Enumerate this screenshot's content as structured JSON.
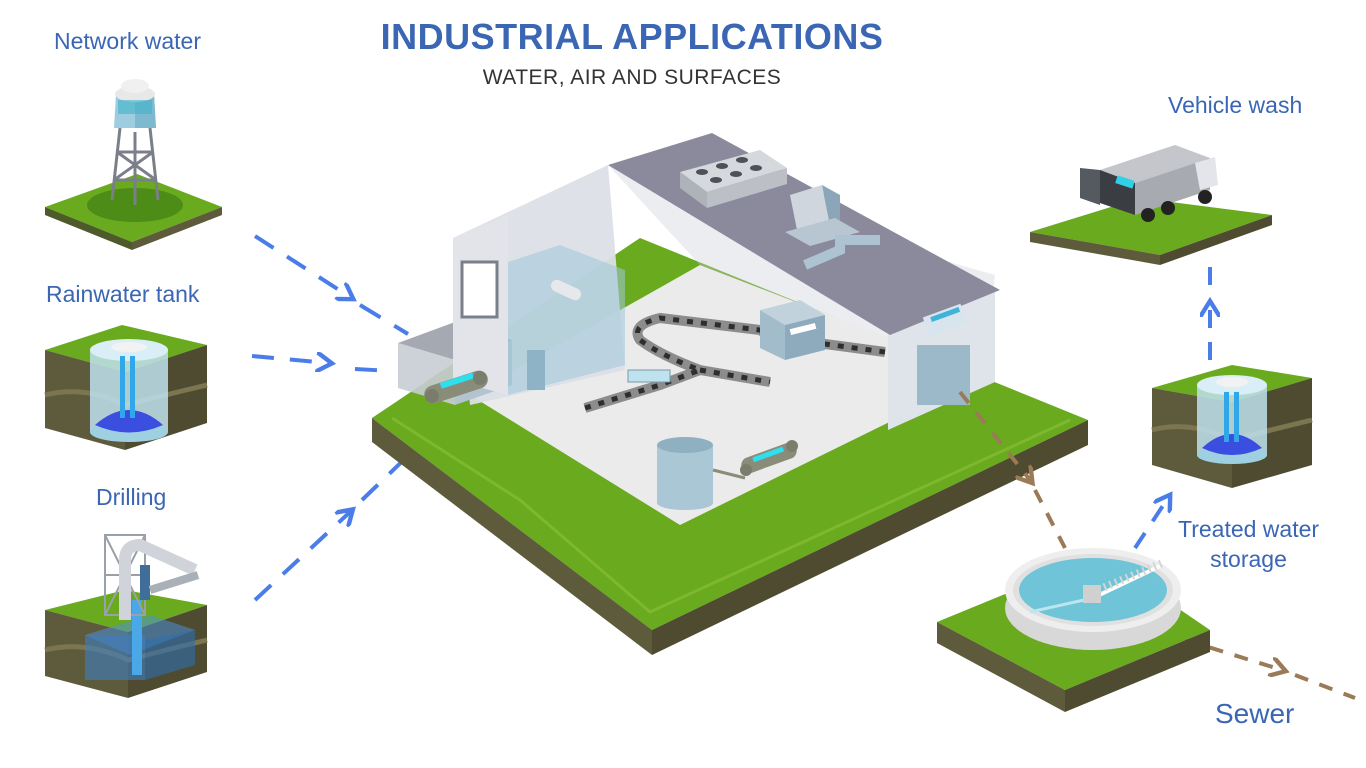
{
  "colors": {
    "accent": "#3a66b4",
    "arrow": "#4a7de8",
    "waste_arrow": "#9b7a57",
    "grass": "#6aaa1e",
    "soil": "#5e5a3c",
    "roof": "#8a8a9c",
    "water": "#3d8ce0"
  },
  "title": {
    "main": "INDUSTRIAL APPLICATIONS",
    "subtitle": "WATER, AIR AND SURFACES"
  },
  "sources": {
    "network_water": "Network water",
    "rainwater_tank": "Rainwater tank",
    "drilling": "Drilling"
  },
  "outputs": {
    "vehicle_wash": "Vehicle wash",
    "treated_water_line1": "Treated water",
    "treated_water_line2": "storage",
    "sewer": "Sewer"
  }
}
